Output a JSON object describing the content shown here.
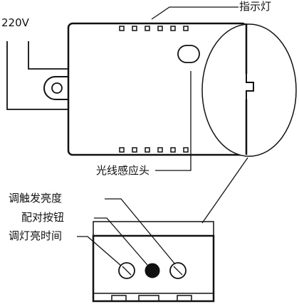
{
  "labels": {
    "indicator": "指示灯",
    "voltage": "220V",
    "light_sensor": "光线感应头",
    "brightness_adjust": "调触发亮度",
    "pair_button": "配对按钮",
    "light_duration": "调灯亮时间"
  },
  "colors": {
    "line": "#111111",
    "background": "#ffffff"
  }
}
